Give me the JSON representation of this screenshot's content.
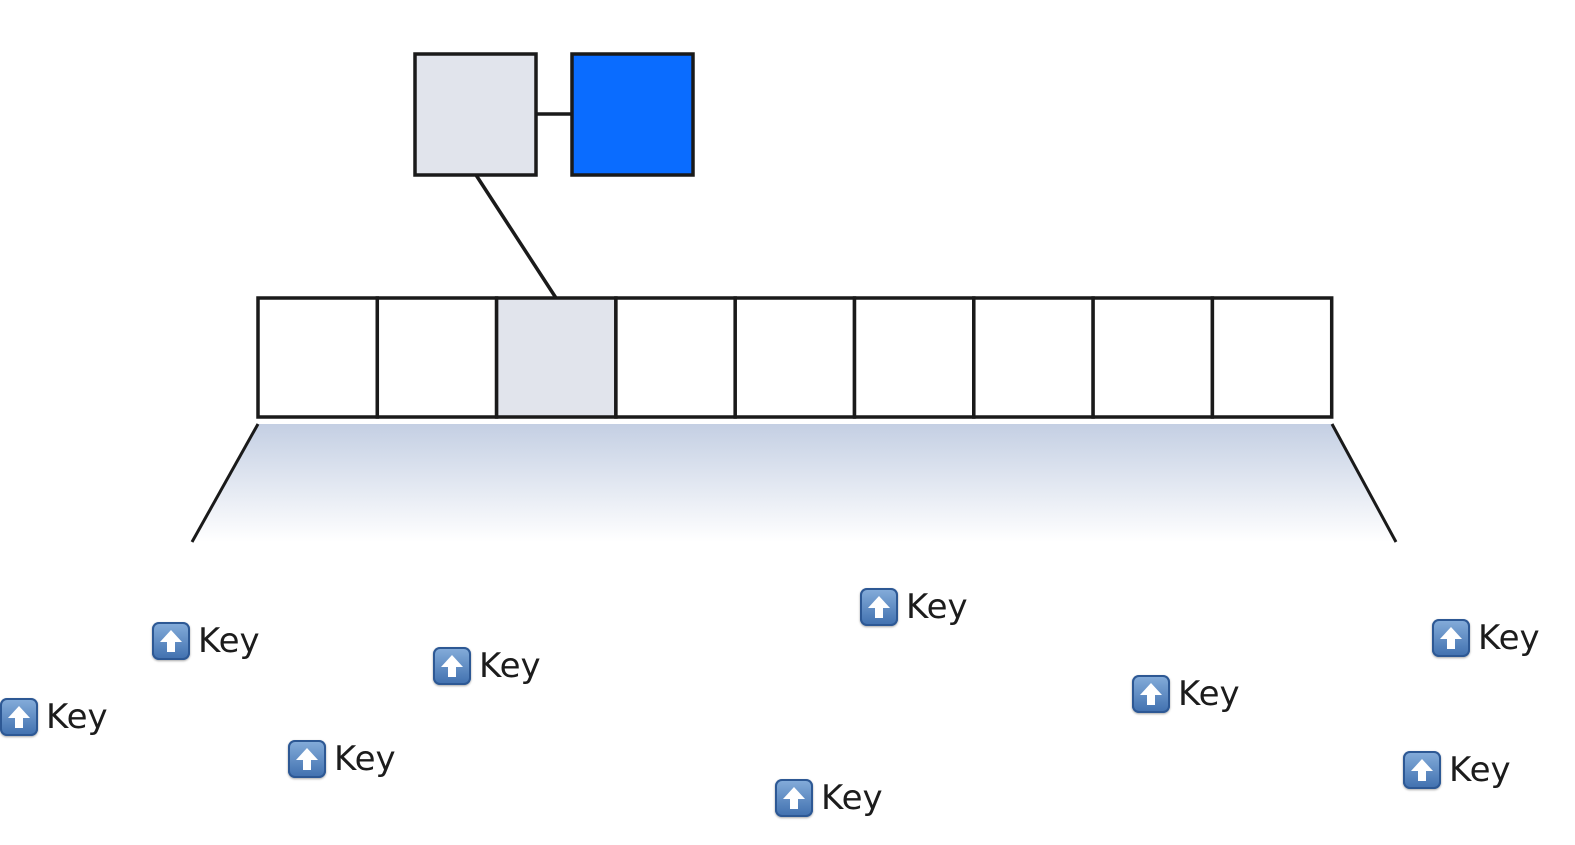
{
  "colors": {
    "stroke": "#1a1a1a",
    "selected_fill": "#e1e4ec",
    "node_a_fill": "#e1e4ec",
    "node_b_fill": "#0a6cff",
    "trapezoid_top": "#c4cfe3",
    "trapezoid_bottom": "#ffffff"
  },
  "array": {
    "cells": 9,
    "selected_index": 2
  },
  "keys": [
    {
      "label": "Key",
      "icon": "up-arrow-icon"
    },
    {
      "label": "Key",
      "icon": "up-arrow-icon"
    },
    {
      "label": "Key",
      "icon": "up-arrow-icon"
    },
    {
      "label": "Key",
      "icon": "up-arrow-icon"
    },
    {
      "label": "Key",
      "icon": "up-arrow-icon"
    },
    {
      "label": "Key",
      "icon": "up-arrow-icon"
    },
    {
      "label": "Key",
      "icon": "up-arrow-icon"
    },
    {
      "label": "Key",
      "icon": "up-arrow-icon"
    },
    {
      "label": "Key",
      "icon": "up-arrow-icon"
    }
  ]
}
